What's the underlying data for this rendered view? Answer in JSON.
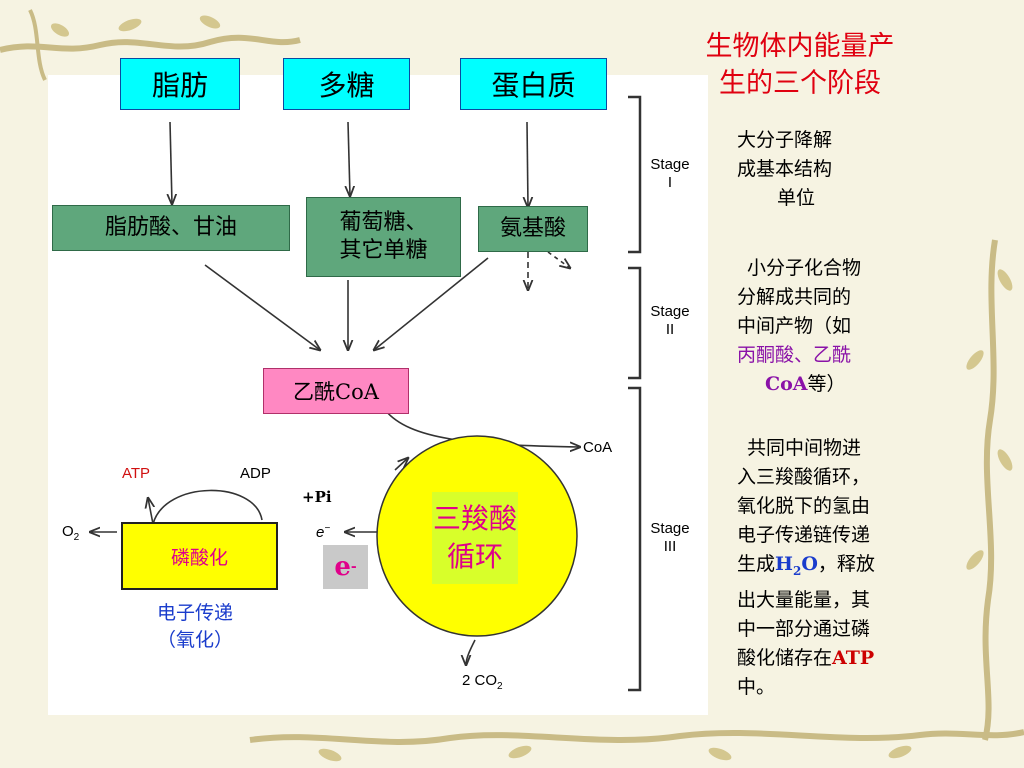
{
  "title_lines": [
    "生物体内能量产",
    "生的三个阶段"
  ],
  "sources": [
    {
      "label": "脂肪"
    },
    {
      "label": "多糖"
    },
    {
      "label": "蛋白质"
    }
  ],
  "monomers": [
    {
      "label": "脂肪酸、甘油"
    },
    {
      "label_line1": "葡萄糖、",
      "label_line2": "其它单糖"
    },
    {
      "label": "氨基酸"
    }
  ],
  "acetyl_coa": "乙酰CoA",
  "tca_cycle": [
    "三羧酸",
    "循环"
  ],
  "coa_out": "CoA",
  "co2_out": "2 CO",
  "co2_sub": "2",
  "atp": "ATP",
  "adp": "ADP",
  "pi": "+Pi",
  "o2": "O",
  "o2_sub": "2",
  "e_small": "e",
  "phosphorylation": "磷酸化",
  "e_box": "e",
  "electron_transfer": [
    "电子传递",
    "（氧化）"
  ],
  "stages": [
    {
      "word": "Stage",
      "num": "I"
    },
    {
      "word": "Stage",
      "num": "II"
    },
    {
      "word": "Stage",
      "num": "III"
    }
  ],
  "notes": {
    "stage1": [
      "大分子降解",
      "成基本结构",
      "单位"
    ],
    "stage2": {
      "line1": "小分子化合物",
      "line2": "分解成共同的",
      "line3": "中间产物（如",
      "highlight1": "丙酮酸、乙酰",
      "highlight2": "CoA",
      "tail": "等）"
    },
    "stage3": {
      "line1": "共同中间物进",
      "line2": "入三羧酸循环，",
      "line3": "氧化脱下的氢由",
      "line4": "电子传递链传递",
      "line5_pre": "生成",
      "h2o_h": "H",
      "h2o_sub": "2",
      "h2o_o": "O",
      "line5_post": "，释放",
      "line6": "出大量能量，其",
      "line7": "中一部分通过磷",
      "line8_pre": "酸化储存在",
      "atp": "ATP",
      "line9": "中。"
    }
  },
  "colors": {
    "source_box": "#00ffff",
    "monomer_box": "#5fa77c",
    "acetyl_box": "#ff88c2",
    "tca_circle": "#ffff00",
    "title": "#e00010",
    "highlight_magenta": "#e0008a",
    "highlight_purple": "#8a12a8",
    "highlight_blue": "#1a3ccc"
  }
}
